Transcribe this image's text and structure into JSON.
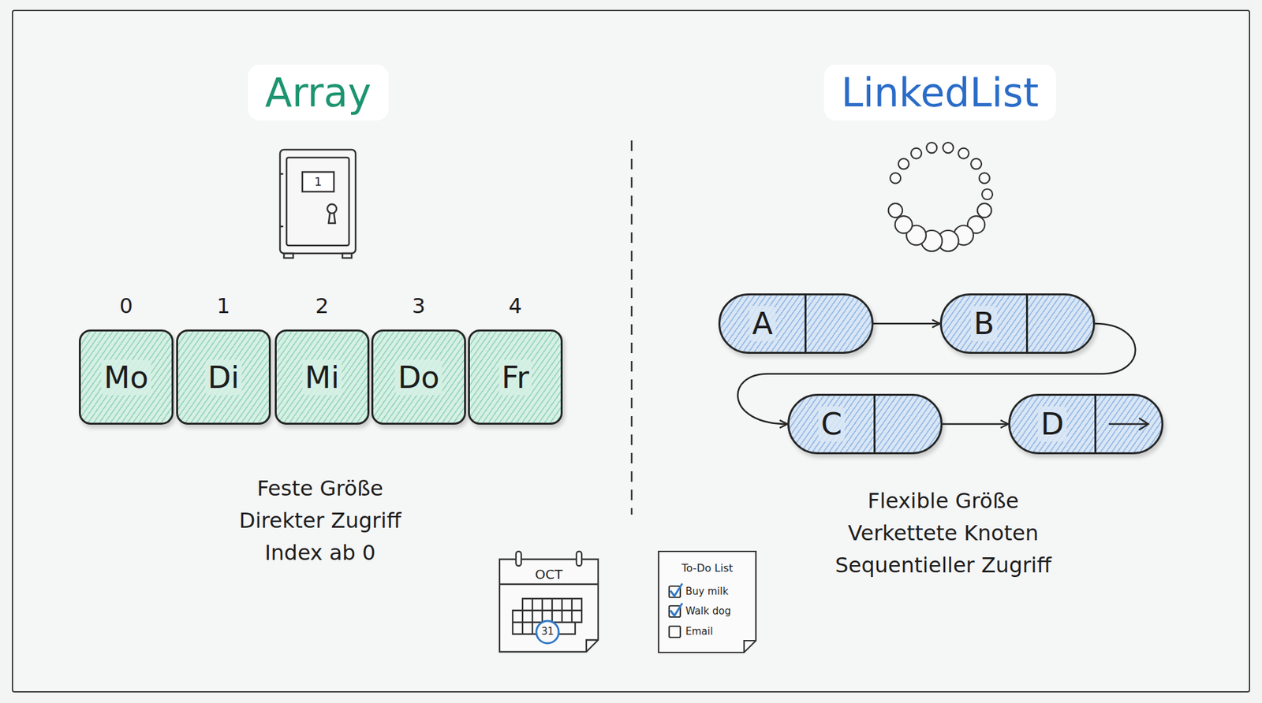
{
  "diagram": {
    "nodes": [
      {
        "text": [
          "Mo"
        ]
      },
      {
        "text": [
          "Di"
        ]
      },
      {
        "text": [
          "Mi"
        ]
      },
      {
        "text": [
          "Do"
        ]
      },
      {
        "text": [
          "Fr"
        ]
      },
      {
        "text": [
          "A"
        ]
      },
      {
        "text": [
          "B"
        ]
      },
      {
        "text": [
          "C"
        ]
      },
      {
        "text": [
          "D"
        ]
      }
    ],
    "edges": [
      {
        "from": 5,
        "to": 6,
        "arrow": "to"
      },
      {
        "from": 6,
        "to": 7,
        "arrow": "to"
      },
      {
        "from": 7,
        "to": 8,
        "arrow": "to"
      }
    ],
    "labels": [
      "Array",
      "LinkedList",
      "0",
      "1",
      "2",
      "3",
      "4",
      "1",
      "Feste Größe",
      "Direkter Zugriff",
      "Index ab 0",
      "Flexible Größe",
      "Verkettete Knoten",
      "Sequentieller Zugriff",
      "OCT",
      "31",
      "To-Do List",
      "Buy milk",
      "Walk dog",
      "Email"
    ]
  }
}
